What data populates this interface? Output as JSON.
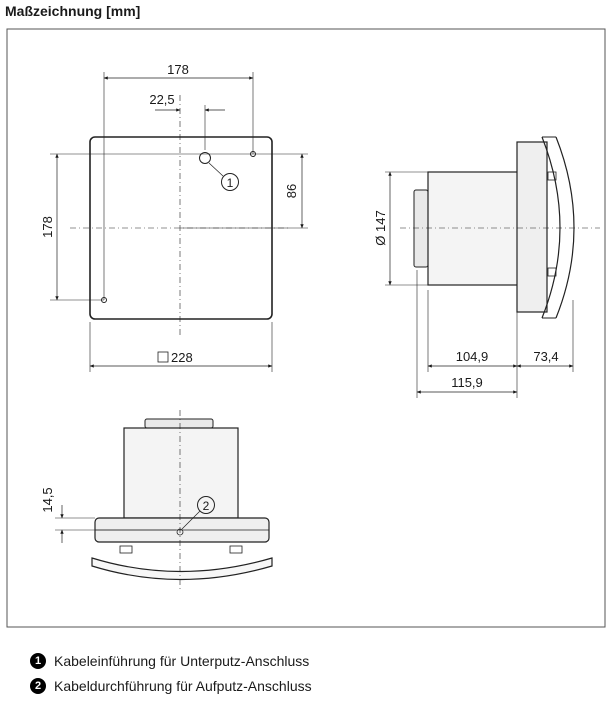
{
  "title": "Maßzeichnung [mm]",
  "front_view": {
    "dim_width_top": "178",
    "dim_offset": "22,5",
    "dim_height_left": "178",
    "dim_height_right": "86",
    "dim_square": "228",
    "callout_1": "1"
  },
  "side_view": {
    "dim_diameter": "Ø 147",
    "dim_body_depth": "104,9",
    "dim_front_depth": "73,4",
    "dim_total_depth": "115,9"
  },
  "bottom_view": {
    "dim_offset": "14,5",
    "callout_2": "2"
  },
  "legend": [
    {
      "num": "1",
      "text": "Kabeleinführung für Unterputz-Anschluss"
    },
    {
      "num": "2",
      "text": "Kabeldurchführung für Aufputz-Anschluss"
    }
  ]
}
